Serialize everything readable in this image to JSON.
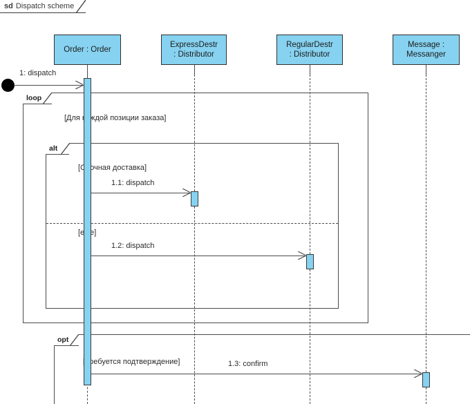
{
  "diagram": {
    "kind_keyword": "sd",
    "title": "Dispatch scheme",
    "colors": {
      "lifeline_fill": "#86d2f0",
      "line": "#4a4a4a",
      "border": "#2f2f2f",
      "text": "#2b2b2b",
      "background": "#ffffff"
    }
  },
  "lifelines": [
    {
      "id": "order",
      "line1": "Order : Order",
      "line2": ""
    },
    {
      "id": "expressdestr",
      "line1": "ExpressDestr",
      "line2": ": Distributor"
    },
    {
      "id": "regulardestr",
      "line1": "RegularDestr",
      "line2": ": Distributor"
    },
    {
      "id": "messenger",
      "line1": "Message :",
      "line2": "Messanger"
    }
  ],
  "messages": [
    {
      "id": "m1",
      "label": "1: dispatch",
      "from": "found",
      "to": "order"
    },
    {
      "id": "m1_1",
      "label": "1.1: dispatch",
      "from": "order",
      "to": "expressdestr"
    },
    {
      "id": "m1_2",
      "label": "1.2: dispatch",
      "from": "order",
      "to": "regulardestr"
    },
    {
      "id": "m1_3",
      "label": "1.3: confirm",
      "from": "order",
      "to": "messenger"
    }
  ],
  "fragments": [
    {
      "id": "loop",
      "operator": "loop",
      "guard": "[Для каждой позиции заказа]"
    },
    {
      "id": "alt",
      "operator": "alt",
      "guard": "[Срочная доставка]",
      "else_guard": "[else]"
    },
    {
      "id": "opt",
      "operator": "opt",
      "guard": "[Требуется подтверждение]"
    }
  ]
}
